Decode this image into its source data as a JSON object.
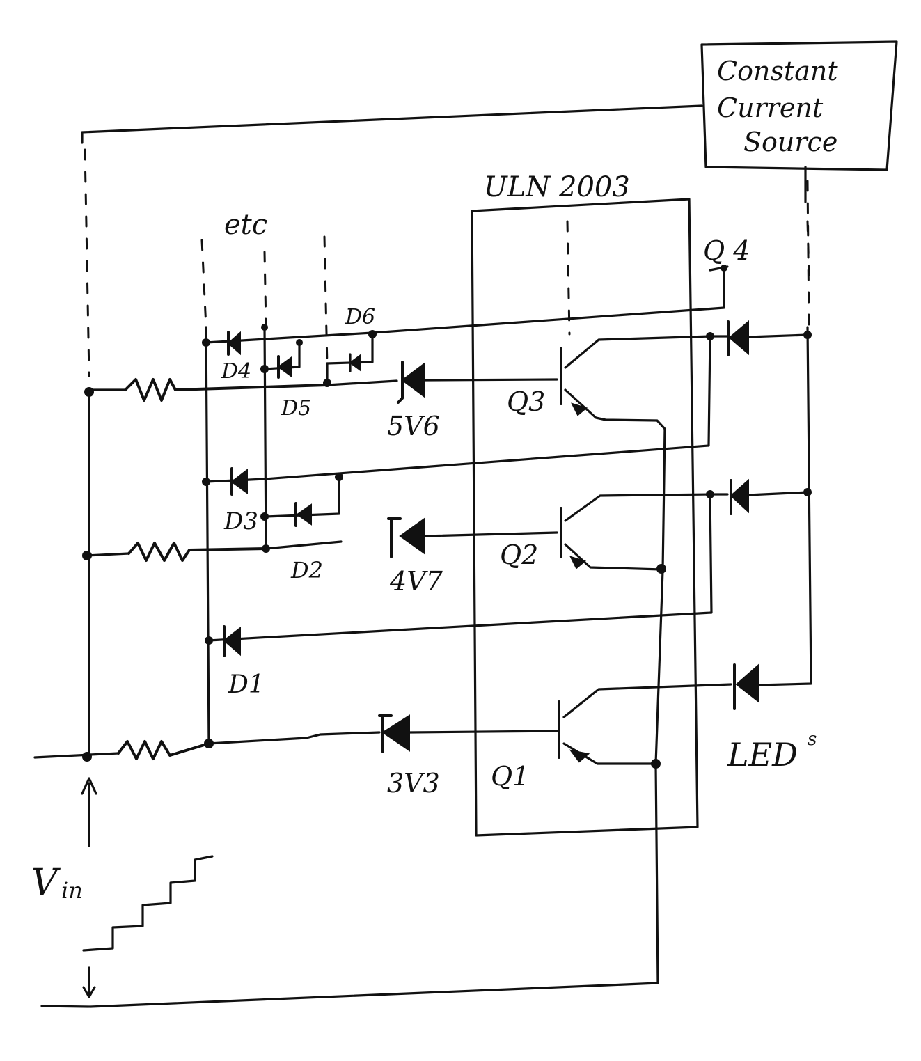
{
  "labels": {
    "ccs_line1": "Constant",
    "ccs_line2": "Current",
    "ccs_line3": "Source",
    "ic": "ULN 2003",
    "etc": "etc",
    "q4": "Q 4",
    "d6": "D6",
    "d4": "D4",
    "d5": "D5",
    "zener3": "5V6",
    "q3": "Q3",
    "d3": "D3",
    "d2": "D2",
    "zener2": "4V7",
    "q2": "Q2",
    "d1": "D1",
    "zener1": "3V3",
    "q1": "Q1",
    "leds": "LED",
    "leds_sup": "s",
    "vin": "V",
    "vin_sub": "in"
  }
}
